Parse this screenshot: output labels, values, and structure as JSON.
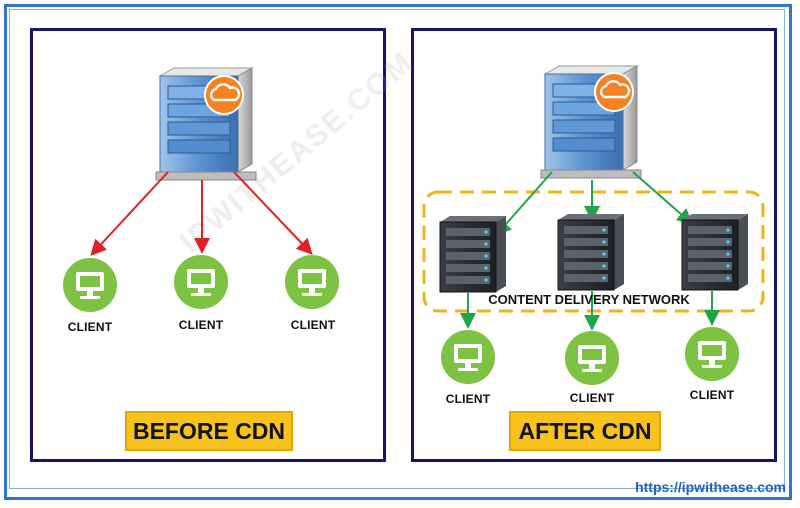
{
  "panels": {
    "before": {
      "title": "BEFORE CDN",
      "clients": [
        "CLIENT",
        "CLIENT",
        "CLIENT"
      ]
    },
    "after": {
      "title": "AFTER CDN",
      "network_label": "CONTENT DELIVERY NETWORK",
      "clients": [
        "CLIENT",
        "CLIENT",
        "CLIENT"
      ]
    }
  },
  "watermark": "IPWITHEASE.COM",
  "footer": {
    "url": "https://ipwithease.com"
  },
  "colors": {
    "frame": "#2e75d6",
    "panel_border": "#14146e",
    "red_arrow": "#e01f26",
    "green_arrow": "#1fa64a",
    "client_green": "#7dc242",
    "cloud_orange": "#f58220",
    "dashed_box": "#f2b21b",
    "title_bg": "#f7c21c"
  },
  "icons": [
    "server-icon",
    "cloud-icon",
    "rack-server-icon",
    "monitor-icon"
  ]
}
